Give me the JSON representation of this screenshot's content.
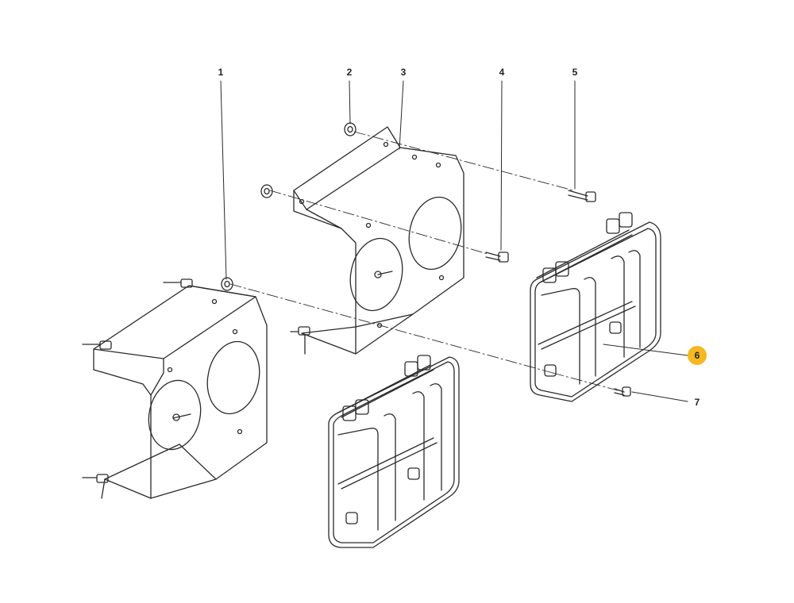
{
  "callouts": [
    {
      "number": "1",
      "highlighted": false
    },
    {
      "number": "2",
      "highlighted": false
    },
    {
      "number": "3",
      "highlighted": false
    },
    {
      "number": "4",
      "highlighted": false
    },
    {
      "number": "5",
      "highlighted": false
    },
    {
      "number": "6",
      "highlighted": true
    },
    {
      "number": "7",
      "highlighted": false
    }
  ],
  "colors": {
    "line": "#2a2a2a",
    "highlight": "#f5b820",
    "background": "#ffffff"
  }
}
